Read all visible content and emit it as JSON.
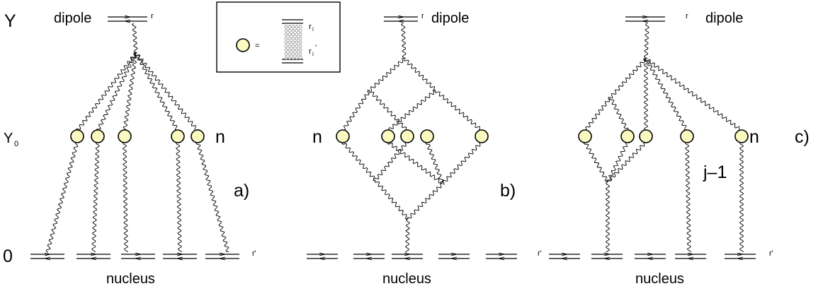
{
  "left_axis": {
    "rapidity_top": "Y",
    "rapidity_mid": "Y",
    "rapidity_mid_sub": "0",
    "rapidity_bottom": "0"
  },
  "legend_box": {
    "equals": "=",
    "r_i": "r",
    "r_i_sub": "i",
    "r_i_prime": "r",
    "r_i_prime_sub": "i",
    "r_i_prime_mark": "'"
  },
  "panel_a": {
    "dipole": "dipole",
    "r_top": "r",
    "n": "n",
    "tag": "a)",
    "r_bottom": "r'",
    "nucleus": "nucleus"
  },
  "panel_b": {
    "dipole": "dipole",
    "r_top": "r",
    "n": "n",
    "tag": "b)",
    "r_bottom": "r'",
    "nucleus": "nucleus"
  },
  "panel_c": {
    "dipole": "dipole",
    "r_top": "r",
    "n": "n",
    "j": "j–1",
    "tag": "c)",
    "r_bottom": "r'",
    "nucleus": "nucleus"
  }
}
